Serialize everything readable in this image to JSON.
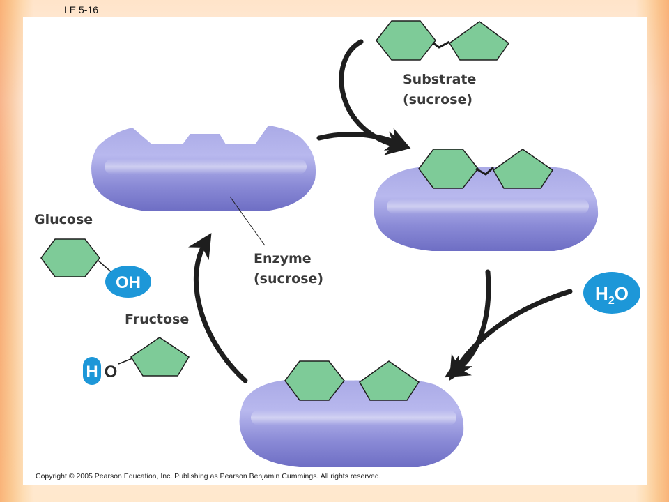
{
  "slide_label": "LE 5-16",
  "labels": {
    "substrate": [
      "Substrate",
      "(sucrose)"
    ],
    "enzyme": [
      "Enzyme",
      "(sucrose)"
    ],
    "glucose": "Glucose",
    "fructose": "Fructose"
  },
  "chemical": {
    "oh": "OH",
    "water_h": "H",
    "water_sub": "2",
    "water_o": "O",
    "h": "H",
    "o": "O"
  },
  "copyright": "Copyright © 2005 Pearson Education, Inc. Publishing as Pearson Benjamin Cummings. All rights reserved.",
  "colors": {
    "enzyme": "#8f8fd8",
    "molecule_fill": "#7ecb98",
    "ion_blue": "#1d97d8",
    "arrow": "#1e1e1e"
  }
}
